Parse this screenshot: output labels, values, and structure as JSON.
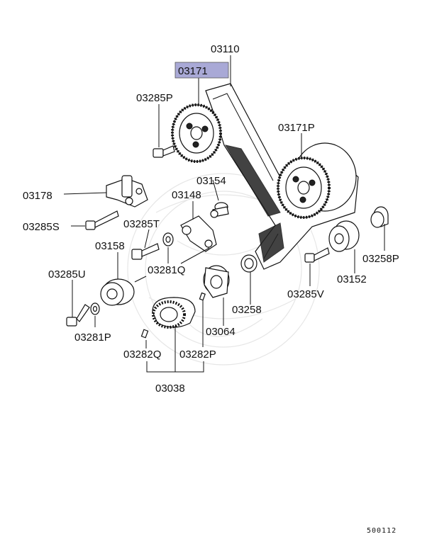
{
  "diagram": {
    "highlight_color": "#a9a9d6",
    "labels": {
      "p03110": "03110",
      "p03171": "03171",
      "p03285P": "03285P",
      "p03171P": "03171P",
      "p03178": "03178",
      "p03154": "03154",
      "p03148": "03148",
      "p03285S": "03285S",
      "p03285T": "03285T",
      "p03158": "03158",
      "p03281Q": "03281Q",
      "p03285U": "03285U",
      "p03258P": "03258P",
      "p03152": "03152",
      "p03285V": "03285V",
      "p03258": "03258",
      "p03064": "03064",
      "p03281P": "03281P",
      "p03282Q": "03282Q",
      "p03282P": "03282P",
      "p03038": "03038"
    },
    "drawing_code": "500112"
  }
}
